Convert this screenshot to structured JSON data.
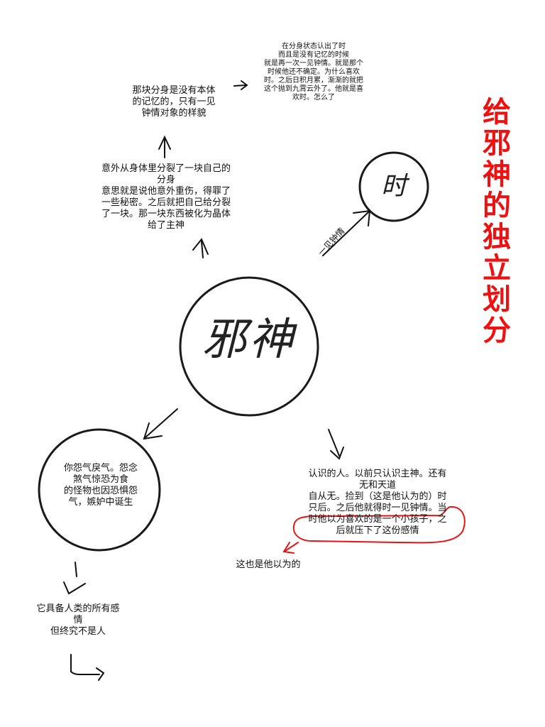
{
  "title": "给邪神的独立划分",
  "title_chars": [
    "给",
    "邪",
    "神",
    "的",
    "独",
    "立",
    "划",
    "分"
  ],
  "center_node": "邪神",
  "shi_node": "时",
  "edge_label": "一见钟情",
  "top_note": "在分身状态认出了时\n而且是没有记忆的时候\n就是再一次一见钟情。就是那个\n时候他还不确定。为什么喜欢\n时。之后日积月累，渐渐的就把\n这个抛到九霄云外了。他就是喜\n欢时。怎么了",
  "avatar_note": "那块分身是没有本体\n的记忆的，只有一见\n钟情对象的样貌",
  "split_note": "意外从身体里分裂了一块自己的\n分身\n意思就是说他意外重伤，得罪了\n一些秘密。之后就把自己给分裂\n了一块。那一块东西被化为晶体\n给了主神",
  "resentment_note": "你怨气戾气。怨念\n煞气惊恐为食\n的怪物也因恐惧怨\n气，嫉妒中诞生",
  "acquaintance_note_1": "认识的人。以前只认识主神。还有\n无和天道\n自从无。捡到（这是他认为的）时\n只后。之后他就得时一见钟情。",
  "acquaintance_note_2": "当\n时他以为喜欢的是一个小孩子，之\n后就压下了这份感情",
  "thought_note": "这也是他以为的",
  "emotion_note": "它具备人类的所有感\n情\n但终究不是人",
  "colors": {
    "title_red": "#ee1111",
    "ink": "#111111",
    "circle_stroke": "#1a1a1a"
  }
}
